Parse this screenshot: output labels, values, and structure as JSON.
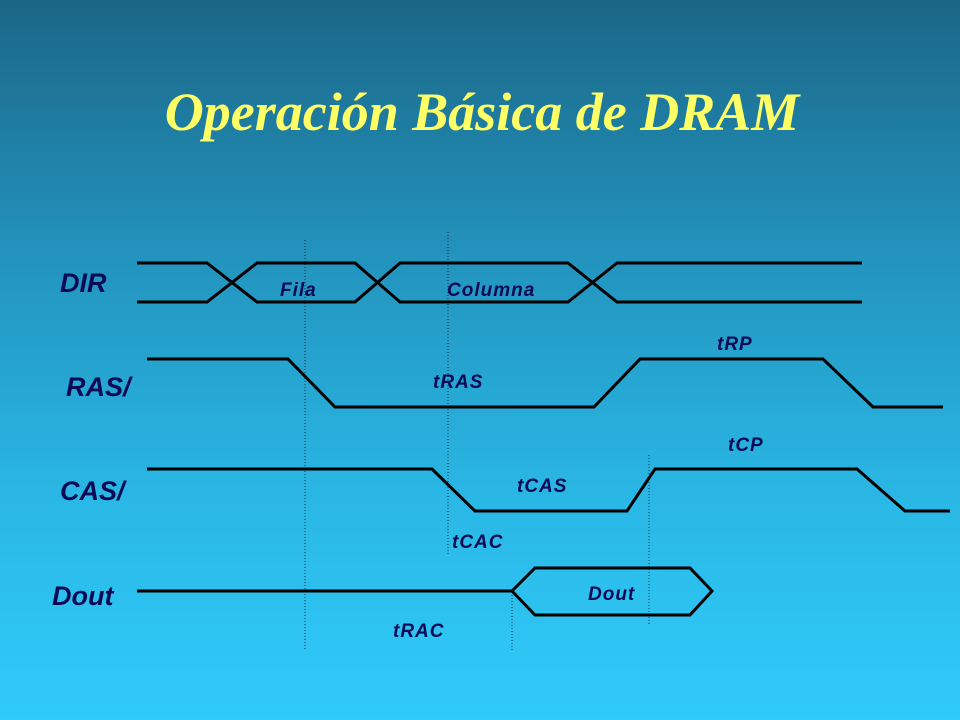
{
  "slide": {
    "title": "Operación Básica de DRAM"
  },
  "signals": {
    "dir": "DIR",
    "ras": "RAS/",
    "cas": "CAS/",
    "dout": "Dout"
  },
  "bus_labels": {
    "row": "Fila",
    "column": "Columna",
    "data": "Dout"
  },
  "timing_labels": {
    "tRP": "tRP",
    "tRAS": "tRAS",
    "tCP": "tCP",
    "tCAS": "tCAS",
    "tCAC": "tCAC",
    "tRAC": "tRAC"
  },
  "colors": {
    "title": "#ffff66",
    "labels": "#0a0a55",
    "waveforms": "#000000",
    "background_top": "#1b6686",
    "background_bottom": "#30cbfa"
  }
}
